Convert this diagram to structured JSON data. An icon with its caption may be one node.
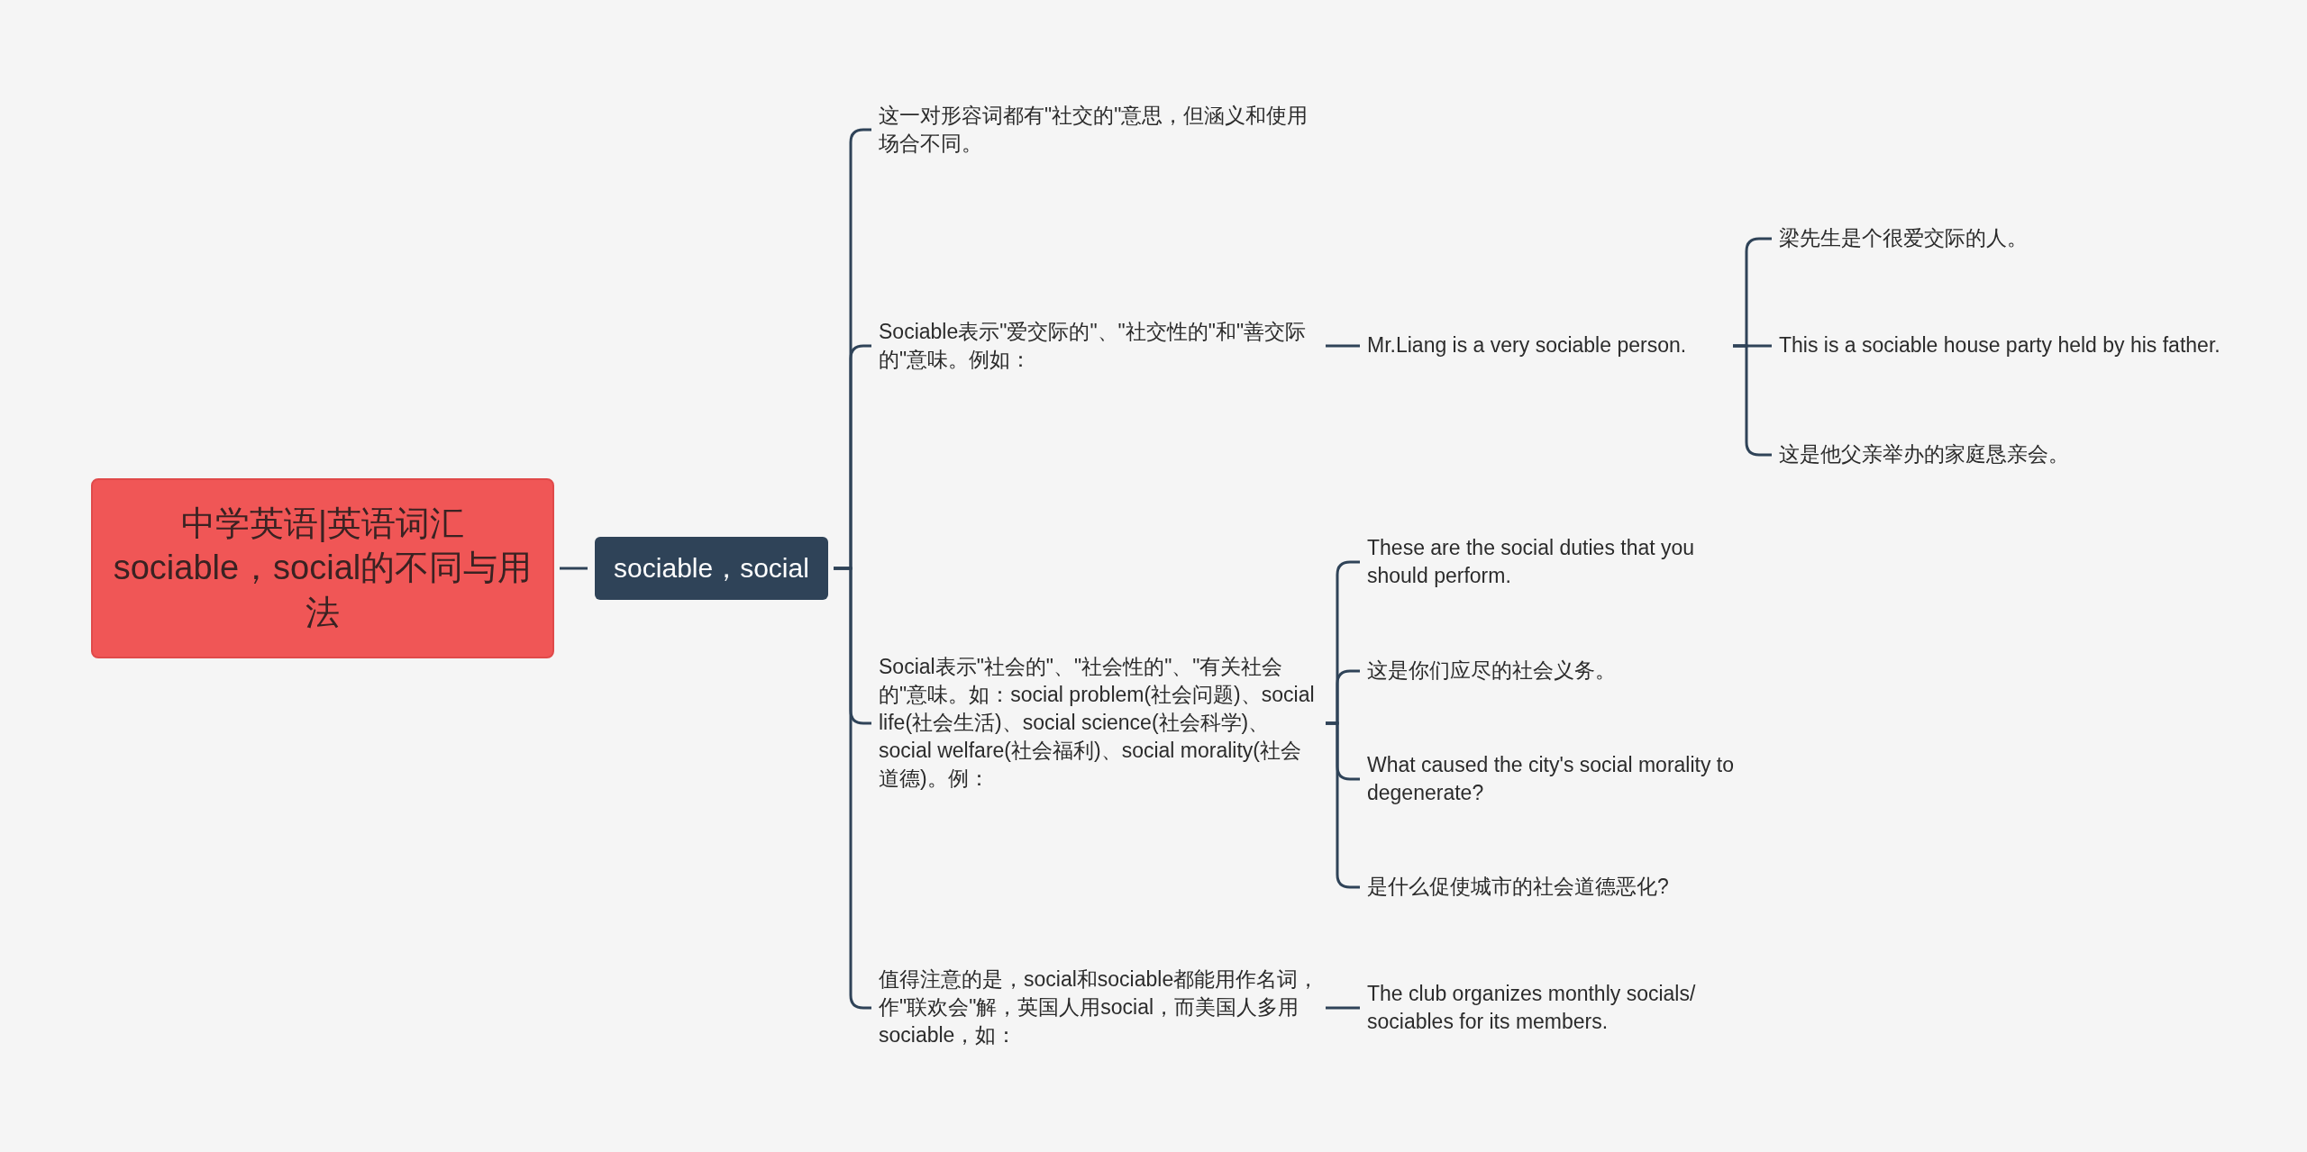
{
  "diagram": {
    "nodes": [
      {
        "text": [
          "中学英语|英语词汇sociable，social的不同与用法"
        ]
      },
      {
        "text": [
          "sociable，social"
        ]
      },
      {
        "text": [
          "这一对形容词都有\"社交的\"意思，但涵义和使用场合不同。"
        ]
      },
      {
        "text": [
          "Sociable表示\"爱交际的\"、\"社交性的\"和\"善交际的\"意味。例如："
        ]
      },
      {
        "text": [
          "Social表示\"社会的\"、\"社会性的\"、\"有关社会的\"意味。如：social problem(社会问题)、social life(社会生活)、social science(社会科学)、social welfare(社会福利)、social morality(社会道德)。例："
        ]
      },
      {
        "text": [
          "值得注意的是，social和sociable都能用作名词，作\"联欢会\"解，英国人用social，而美国人多用sociable，如："
        ]
      },
      {
        "text": [
          "Mr.Liang is a very sociable person."
        ]
      },
      {
        "text": [
          "梁先生是个很爱交际的人。"
        ]
      },
      {
        "text": [
          "This is a sociable house party held by his father."
        ]
      },
      {
        "text": [
          "这是他父亲举办的家庭恳亲会。"
        ]
      },
      {
        "text": [
          "These are the social duties that you should perform."
        ]
      },
      {
        "text": [
          "这是你们应尽的社会义务。"
        ]
      },
      {
        "text": [
          "What caused the city's social morality to degenerate?"
        ]
      },
      {
        "text": [
          "是什么促使城市的社会道德恶化?"
        ]
      },
      {
        "text": [
          "The club organizes monthly socials/ sociables for its members."
        ]
      }
    ],
    "edges": [
      {
        "from": 0,
        "to": 1,
        "arrow": "none"
      },
      {
        "from": 1,
        "to": 2,
        "arrow": "none"
      },
      {
        "from": 1,
        "to": 3,
        "arrow": "none"
      },
      {
        "from": 1,
        "to": 4,
        "arrow": "none"
      },
      {
        "from": 1,
        "to": 5,
        "arrow": "none"
      },
      {
        "from": 3,
        "to": 6,
        "arrow": "none"
      },
      {
        "from": 6,
        "to": 7,
        "arrow": "none"
      },
      {
        "from": 6,
        "to": 8,
        "arrow": "none"
      },
      {
        "from": 6,
        "to": 9,
        "arrow": "none"
      },
      {
        "from": 4,
        "to": 10,
        "arrow": "none"
      },
      {
        "from": 4,
        "to": 11,
        "arrow": "none"
      },
      {
        "from": 4,
        "to": 12,
        "arrow": "none"
      },
      {
        "from": 4,
        "to": 13,
        "arrow": "none"
      },
      {
        "from": 5,
        "to": 14,
        "arrow": "none"
      }
    ]
  }
}
